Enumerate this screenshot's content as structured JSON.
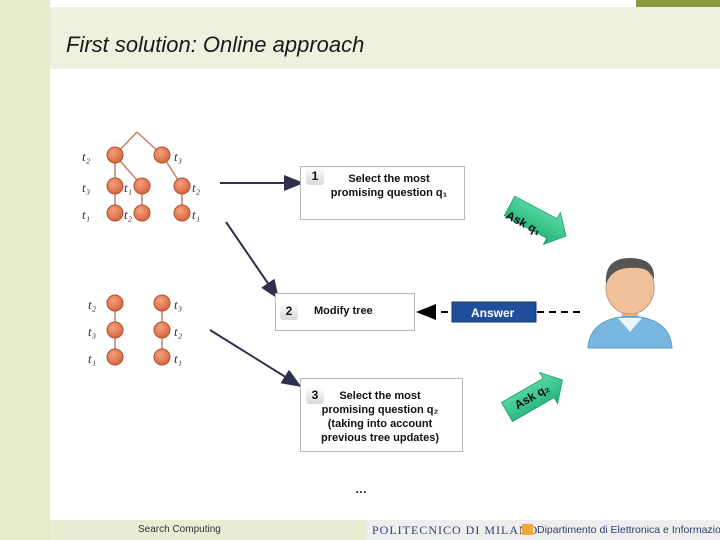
{
  "slide": {
    "title": "First solution: Online approach",
    "footer": "Search Computing",
    "university": "POLITECNICO DI MILANO",
    "department": "Dipartimento di Elettronica e Informazione"
  },
  "diagram": {
    "step1": {
      "number": "1",
      "text": "Select the most\npromising question q₁"
    },
    "step2": {
      "number": "2",
      "text": "Modify tree"
    },
    "step3": {
      "number": "3",
      "text": "Select the most\npromising question q₂\n(taking into account\nprevious tree updates)"
    },
    "answer": "Answer",
    "ask1": "Ask q₁",
    "ask2": "Ask q₂",
    "ellipsis": "…",
    "tree1_labels": [
      "t₂",
      "t₃",
      "t₃",
      "t₁",
      "t₂",
      "t₁",
      "t₂",
      "t₁"
    ],
    "tree2_labels": [
      "t₂",
      "t₃",
      "t₃",
      "t₂",
      "t₁",
      "t₁"
    ]
  },
  "colors": {
    "node_fill": "#e07850",
    "node_stroke": "#b05030",
    "answer_fill": "#1f4e9a",
    "ask_fill": "#2fbf86",
    "arrow": "#2f2f4f",
    "person_shirt": "#78b8e0"
  }
}
